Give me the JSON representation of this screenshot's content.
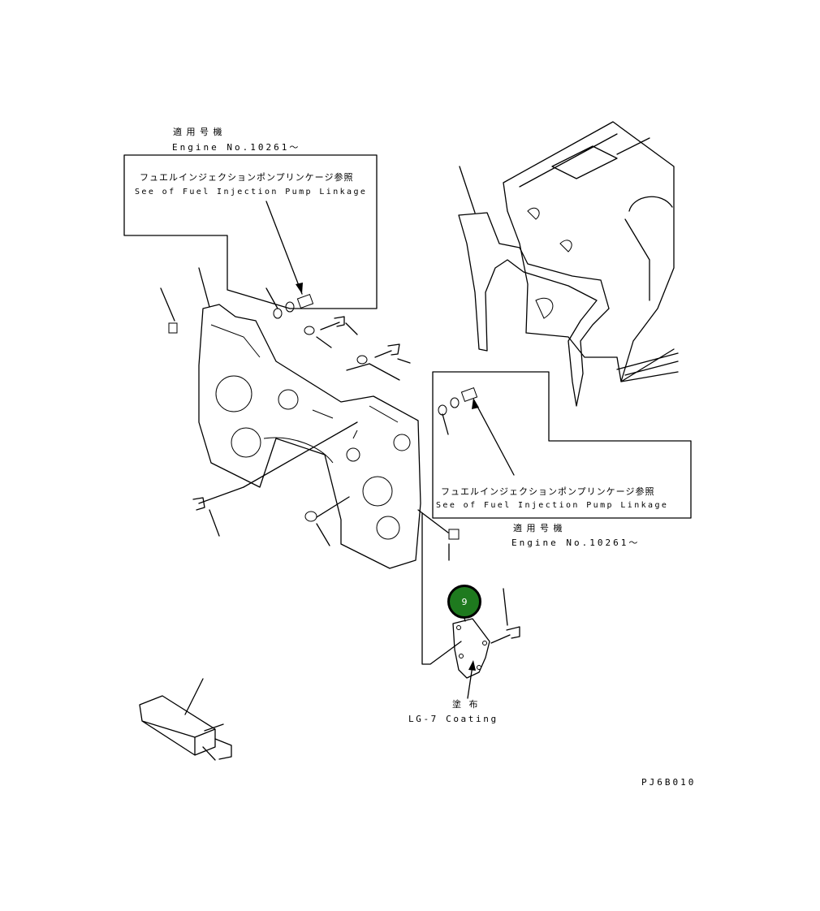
{
  "notes": {
    "top_applicable_jp": "適 用 号 機",
    "top_engine_no": "Engine No.10261～",
    "top_ref_jp": "フュエルインジェクションポンプリンケージ参照",
    "top_ref_en": "See of Fuel Injection Pump Linkage",
    "right_ref_jp": "フュエルインジェクションポンプリンケージ参照",
    "right_ref_en": "See of Fuel Injection Pump Linkage",
    "right_applicable_jp": "適 用 号 機",
    "right_engine_no": "Engine No.10261～",
    "coating_jp": "塗 布",
    "coating_en": "LG-7 Coating"
  },
  "callout": {
    "number": "9",
    "color": "#1e7a1e"
  },
  "figure_id": "PJ6B010"
}
